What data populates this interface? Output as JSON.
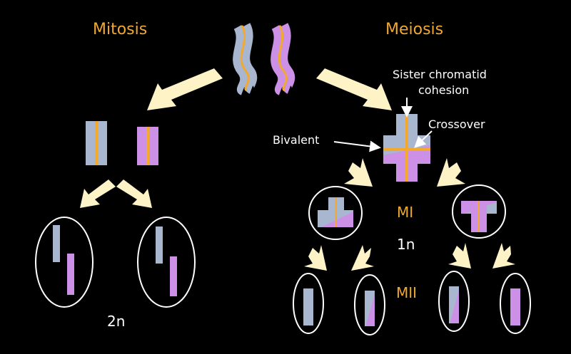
{
  "titles": {
    "mitosis": "Mitosis",
    "meiosis": "Meiosis"
  },
  "annotations": {
    "sister_cohesion_line1": "Sister chromatid",
    "sister_cohesion_line2": "cohesion",
    "crossover": "Crossover",
    "bivalent": "Bivalent"
  },
  "stage_labels": {
    "mi": "MI",
    "mii": "MII"
  },
  "ploidy": {
    "mitosis_daughters": "2n",
    "meiosis_after_mi": "1n"
  },
  "colors": {
    "background": "#000000",
    "chromosome_blue": "#a9b6cf",
    "chromosome_purple": "#cc90e6",
    "centromere": "#f2a92e",
    "arrow_fill": "#fdf3c6",
    "label_orange": "#f0a830",
    "label_white": "#ffffff"
  }
}
